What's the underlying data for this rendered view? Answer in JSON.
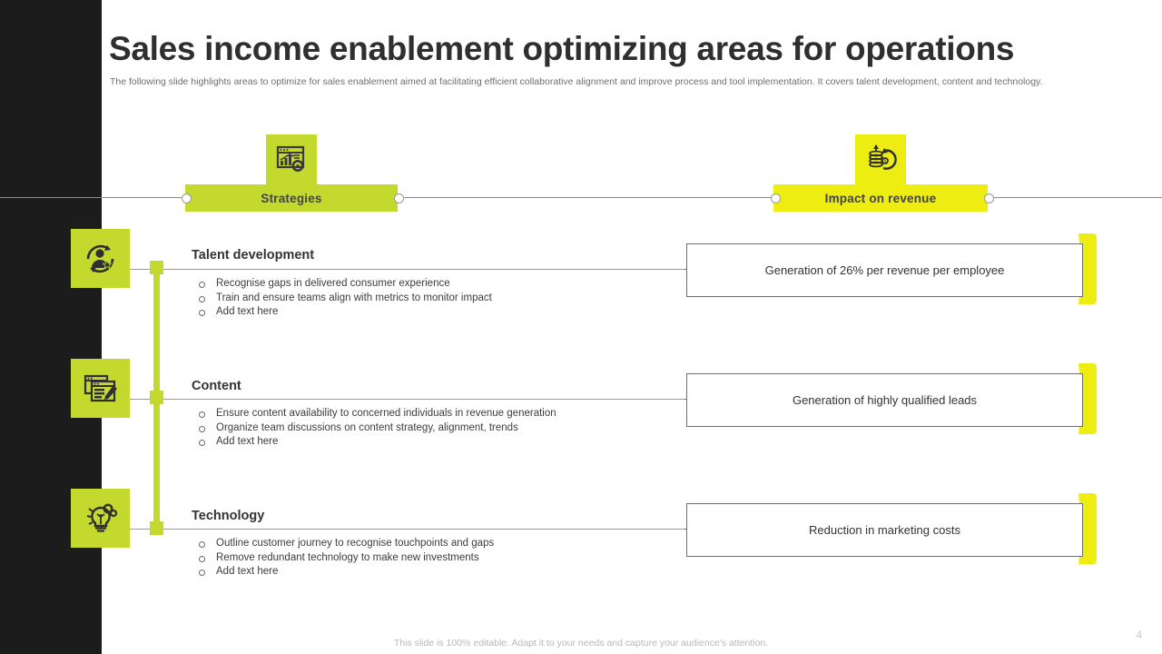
{
  "slide": {
    "title": "Sales income enablement optimizing areas for operations",
    "subtitle": "The following slide highlights areas to optimize for sales enablement aimed at facilitating efficient collaborative alignment and improve process and tool implementation.  It covers talent development, content and technology.",
    "footer_note": "This slide is 100% editable. Adapt it to your needs and capture your audience's attention.",
    "page_number": "4"
  },
  "colors": {
    "dark_band": "#1c1c1c",
    "accent_green": "#c4d92e",
    "accent_yellow": "#eded11",
    "title_text": "#2f2f2f",
    "body_text": "#3c3c3c",
    "rule_gray": "#9a9a9a"
  },
  "columns": [
    {
      "id": "strategies",
      "label": "Strategies",
      "icon": "chart-gear-icon",
      "color": "#c4d92e"
    },
    {
      "id": "impact",
      "label": "Impact on revenue",
      "icon": "coins-growth-icon",
      "color": "#eded11"
    }
  ],
  "sections": [
    {
      "id": "talent-development",
      "heading": "Talent development",
      "icon": "person-cycle-star-icon",
      "bullets": [
        "Recognise gaps in delivered consumer experience",
        "Train and ensure teams align with metrics to monitor impact",
        "Add text here"
      ],
      "result": "Generation of 26% per revenue per employee"
    },
    {
      "id": "content",
      "heading": "Content",
      "icon": "windows-pencil-icon",
      "bullets": [
        "Ensure content availability to concerned individuals in revenue  generation",
        "Organize team discussions on content strategy, alignment, trends",
        "Add text here"
      ],
      "result": "Generation of highly qualified leads"
    },
    {
      "id": "technology",
      "heading": "Technology",
      "icon": "bulb-gears-icon",
      "bullets": [
        "Outline customer journey to recognise touchpoints and gaps",
        "Remove redundant technology to make new investments",
        "Add text here"
      ],
      "result": "Reduction in marketing costs"
    }
  ]
}
